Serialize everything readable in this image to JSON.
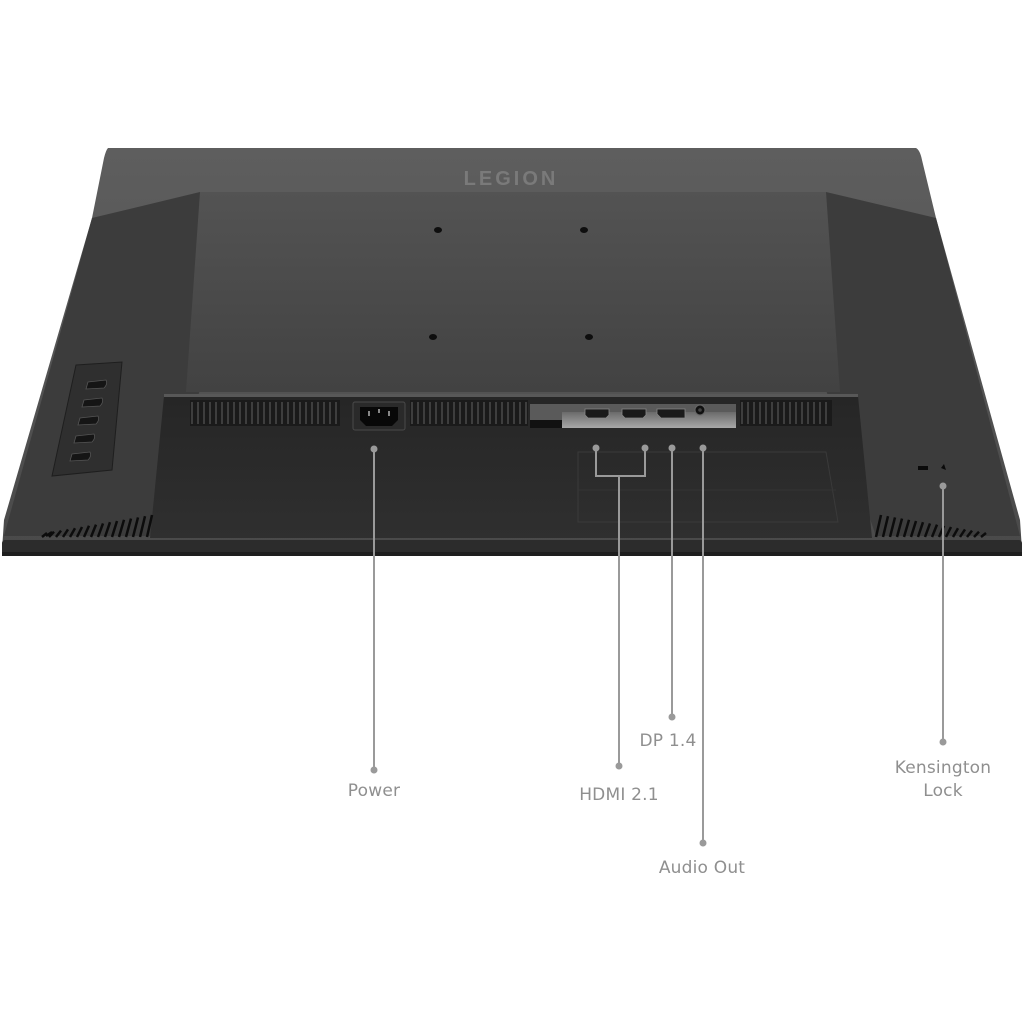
{
  "product": {
    "brand_logo": "LEGION",
    "view": "rear-bottom-view-monitor"
  },
  "ports": {
    "power": {
      "label": "Power",
      "icon": "ac-power-inlet-icon"
    },
    "hdmi": {
      "label": "HDMI 2.1",
      "count": 2,
      "icon": "hdmi-port-icon"
    },
    "displayport": {
      "label": "DP 1.4",
      "icon": "displayport-icon"
    },
    "audio_out": {
      "label": "Audio Out",
      "icon": "audio-jack-icon"
    },
    "kensington": {
      "label_line1": "Kensington",
      "label_line2": "Lock",
      "icon": "kensington-slot-icon"
    }
  },
  "controls": {
    "joystick_buttons": 5
  },
  "colors": {
    "background": "#ffffff",
    "monitor_body": "#3a3a3a",
    "monitor_top": "#5a5a5a",
    "callout_line": "#9a9a9a",
    "callout_text": "#8f8f8f"
  }
}
